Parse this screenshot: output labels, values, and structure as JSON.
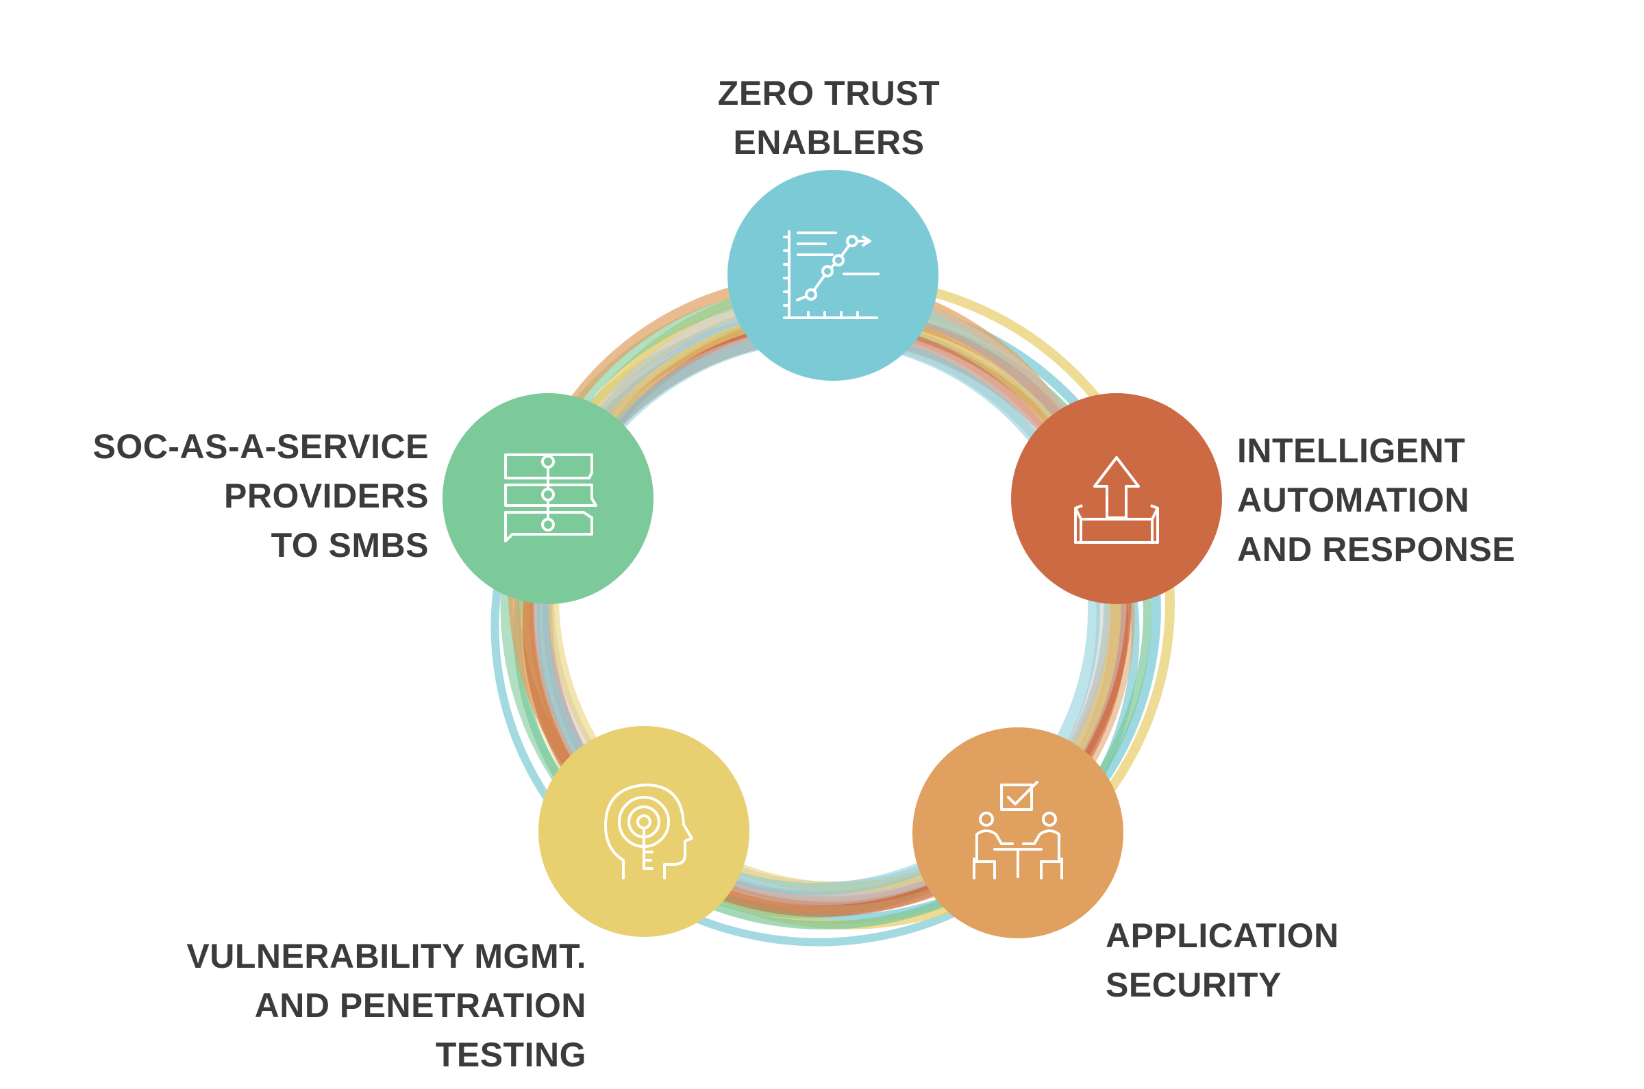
{
  "nodes": [
    {
      "id": "top",
      "lines": [
        "ZERO TRUST",
        "ENABLERS"
      ],
      "color": "#7ccad6",
      "icon": "chart-trend-icon"
    },
    {
      "id": "right",
      "lines": [
        "INTELLIGENT",
        "AUTOMATION",
        "AND RESPONSE"
      ],
      "color": "#cc6a44",
      "icon": "inbox-upload-icon"
    },
    {
      "id": "bottom-right",
      "lines": [
        "APPLICATION",
        "SECURITY"
      ],
      "color": "#e0a060",
      "icon": "meeting-approval-icon"
    },
    {
      "id": "bottom-left",
      "lines": [
        "VULNERABILITY MGMT.",
        "AND PENETRATION",
        "TESTING"
      ],
      "color": "#e8cf70",
      "icon": "head-key-icon"
    },
    {
      "id": "left",
      "lines": [
        "SOC-AS-A-SERVICE",
        "PROVIDERS",
        "TO SMBS"
      ],
      "color": "#7cc99a",
      "icon": "chat-workflow-icon"
    }
  ],
  "ring_colors": [
    "#7ccad6",
    "#cc6a44",
    "#e0a060",
    "#e8cf70",
    "#7cc99a",
    "#c8c8cc"
  ],
  "text_color": "#3b3b3b"
}
